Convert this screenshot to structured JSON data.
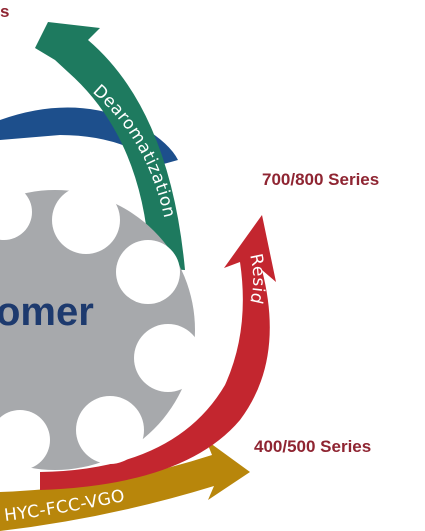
{
  "labels": {
    "top_series": "s",
    "series_700_800": "700/800 Series",
    "series_400_500": "400/500 Series"
  },
  "arrows": {
    "dearomatization": "Dearomatization",
    "resid": "Resid",
    "hyc_fcc_vgo": "HYC-FCC-VGO"
  },
  "hub": {
    "text": "omer"
  },
  "colors": {
    "label_red": "#8f2532",
    "hub_text_navy": "#1d3a6e",
    "wheel_gray": "#a7a9ac",
    "dark_blue_band": "#1d4f8c",
    "teal_arrow": "#1e7a5f",
    "red_arrow": "#c3262f",
    "gold_arrow": "#b8860b"
  }
}
